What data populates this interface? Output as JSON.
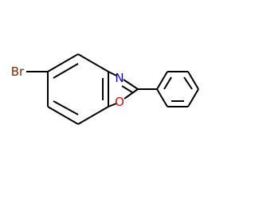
{
  "molecule": {
    "atoms": {
      "bromine": "Br",
      "nitrogen": "N",
      "oxygen": "O"
    },
    "colors": {
      "bond": "#000000",
      "bromine": "#8b2500",
      "nitrogen": "#0000ff",
      "oxygen": "#ff0000",
      "background": "#ffffff"
    }
  }
}
